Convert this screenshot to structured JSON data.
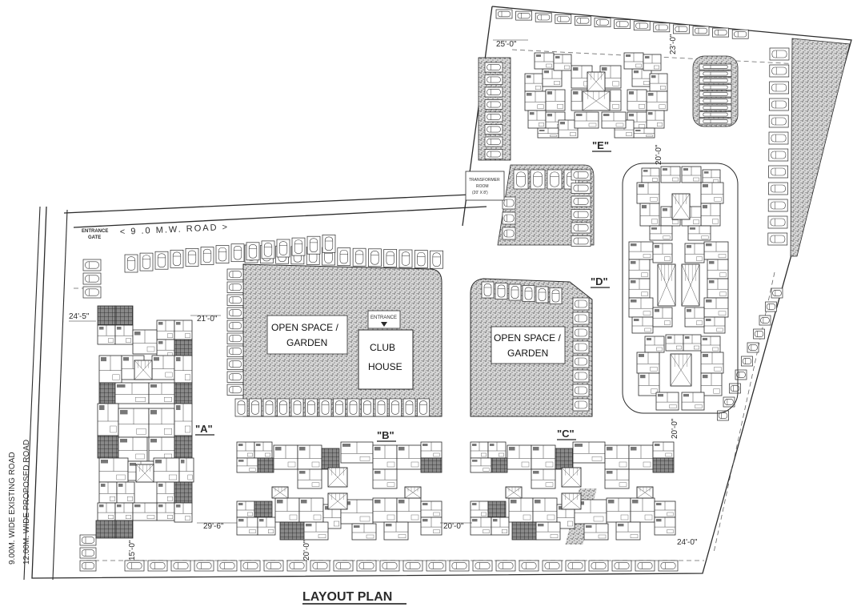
{
  "title": "LAYOUT PLAN",
  "road_top": "< 9 .0 M.W. ROAD >",
  "road_left_1": "9.00M. WIDE EXISTING ROAD",
  "road_left_2": "12.00M. WIDE PROPOSED ROAD",
  "entrance_gate": [
    "ENTRANCE",
    "GATE"
  ],
  "transformer_note": [
    "TRANSFORMER",
    "ROOM",
    "(20' X 8')"
  ],
  "garden_1": [
    "OPEN SPACE /",
    "GARDEN"
  ],
  "garden_2": [
    "OPEN SPACE /",
    "GARDEN"
  ],
  "club_house": [
    "CLUB",
    "HOUSE"
  ],
  "club_entrance": "ENTRANCE",
  "buildings": {
    "a": "\"A\"",
    "b": "\"B\"",
    "c": "\"C\"",
    "d": "\"D\"",
    "e": "\"E\""
  },
  "dimensions": {
    "d_24_5": "24'-5\"",
    "d_21_0": "21'-0\"",
    "d_25_0": "25'-0\"",
    "d_23_0": "23'-0\"",
    "d_20_0_e": "20'-0\"",
    "d_29_6": "29'-6\"",
    "d_20_0_bc": "20'-0\"",
    "d_20_0_d": "20'-0\"",
    "d_24_0": "24'-0\"",
    "d_15_0": "15'-0\"",
    "d_20_0_r": "20'-0\""
  },
  "colors": {
    "line": "#2b2b2b",
    "hatch": "#9a9a9a",
    "ink": "#111111"
  }
}
